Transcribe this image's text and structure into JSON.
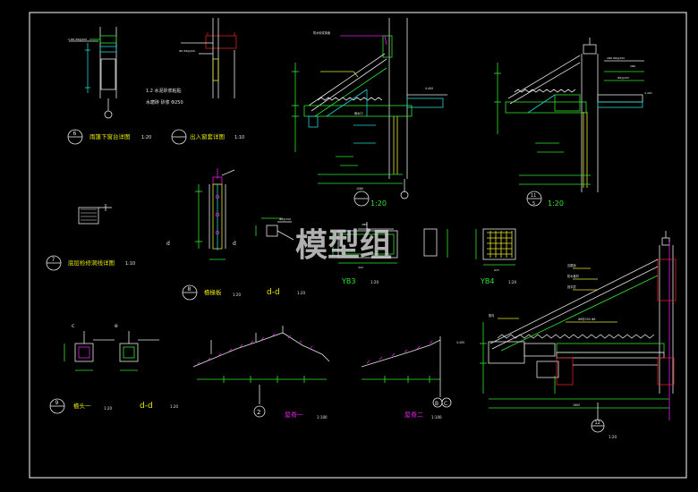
{
  "colors": {
    "background": "#000000",
    "frame": "#ffffff",
    "line_white": "#e6e6e6",
    "line_green": "#2ee62e",
    "line_cyan": "#21d4d4",
    "line_yellow": "#e6e62e",
    "line_magenta": "#e020e0",
    "line_red": "#e02020",
    "line_blue": "#3a5cff",
    "text_yellow": "#e6e600",
    "watermark": "#cfcfcf"
  },
  "watermark": "模型组",
  "details": {
    "d1": {
      "number_top": "6",
      "number_bottom": "",
      "title": "雨篷下窗台详图",
      "scale": "1:20"
    },
    "d2": {
      "title": "出入窗套详图",
      "scale": "1:10"
    },
    "d3": {
      "number_top": "7",
      "number_bottom": "",
      "title": "底层检修洞线详图",
      "scale": "1:10"
    },
    "d4": {
      "number_top": "8",
      "title": "檐椽板",
      "scale": "1:20"
    },
    "d5": {
      "number_top": "9",
      "title": "檐头一",
      "scale": "1:20"
    },
    "d6": {
      "number_top": "11",
      "number_bottom": "5",
      "scale": "1:20"
    },
    "d7": {
      "number_top": "12",
      "scale": "1:20"
    },
    "d8": {
      "number_top": "",
      "scale": ""
    }
  },
  "labels": {
    "dd_1": "d-d",
    "dd_2": "d-d",
    "dd_scale": "1:20",
    "yb3": "YB3",
    "yb4": "YB4",
    "yb_scale": "1:20",
    "roof1": "屋脊一",
    "roof2": "屋脊二",
    "roof_scale": "1:100",
    "axis_2": "2",
    "axis_b": "B",
    "axis_c": "C",
    "dim_d": "d",
    "scale_120": "1:20",
    "note_1": "1.2  水泥砂浆粘贴",
    "note_2": "水磨砖   砂浆  Φ250"
  }
}
